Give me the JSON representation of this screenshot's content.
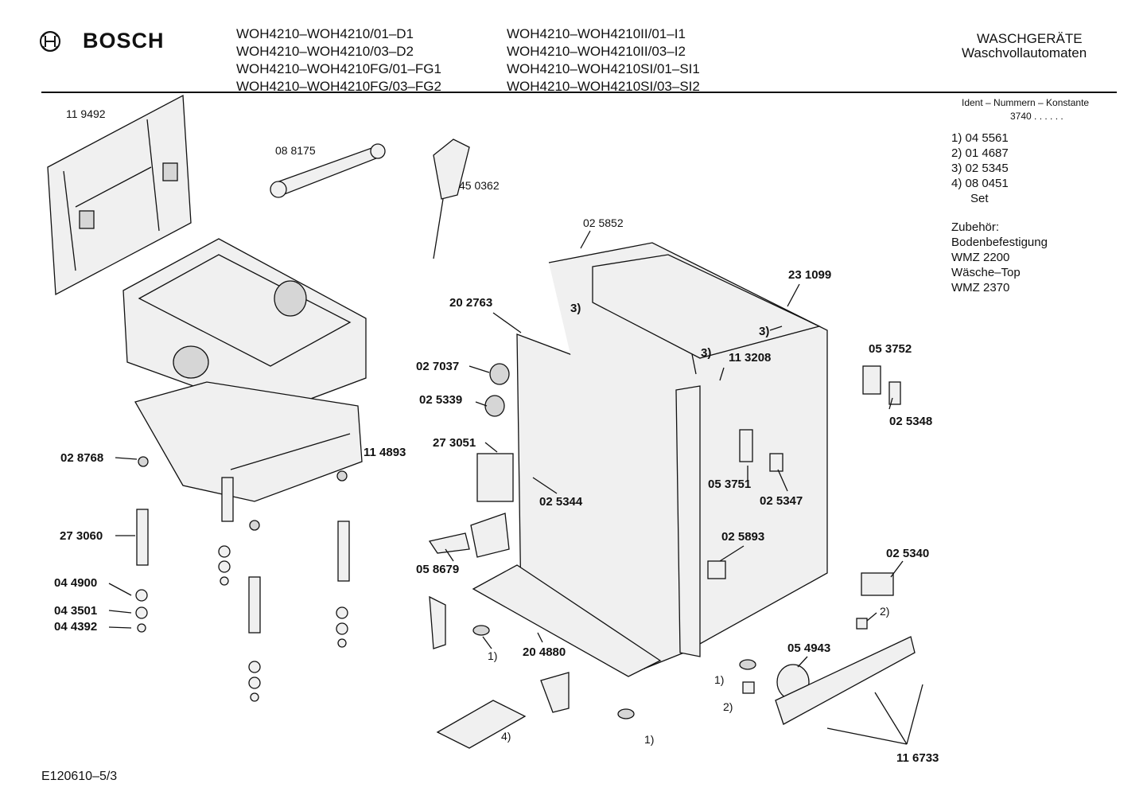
{
  "header": {
    "brand": "BOSCH",
    "models_left": [
      "WOH4210–WOH4210/01–D1",
      "WOH4210–WOH4210/03–D2",
      "WOH4210–WOH4210FG/01–FG1",
      "WOH4210–WOH4210FG/03–FG2"
    ],
    "models_right": [
      "WOH4210–WOH4210II/01–I1",
      "WOH4210–WOH4210II/03–I2",
      "WOH4210–WOH4210SI/01–SI1",
      "WOH4210–WOH4210SI/03–SI2"
    ],
    "category": "WASCHGERÄTE",
    "subcategory": "Waschvollautomaten"
  },
  "sidebar": {
    "ident_title": "Ident – Nummern – Konstante",
    "ident_value": "3740  .  .  .  .  .  .",
    "ident_list": [
      "1)  04 5561",
      "2)  01 4687",
      "3)  02 5345",
      "4)  08 0451",
      "Set"
    ],
    "accessories": [
      "Zubehör:",
      "Bodenbefestigung",
      "WMZ 2200",
      "Wäsche–Top",
      "WMZ 2370"
    ]
  },
  "parts": {
    "p119492": "11 9492",
    "p088175": "08 8175",
    "p450362": "45 0362",
    "p025852": "02 5852",
    "p231099": "23 1099",
    "p202763": "20 2763",
    "p3a": "3)",
    "p3b": "3)",
    "p3c": "3)",
    "p113208": "11 3208",
    "p027037": "02 7037",
    "p025339": "02 5339",
    "p053752": "05 3752",
    "p025348": "02 5348",
    "p273051": "27 3051",
    "p114893": "11 4893",
    "p028768": "02 8768",
    "p025344": "02 5344",
    "p053751": "05 3751",
    "p025347": "02 5347",
    "p273060": "27 3060",
    "p025893": "02 5893",
    "p058679": "05 8679",
    "p025340": "02 5340",
    "p044900": "04 4900",
    "p043501": "04 3501",
    "p044392": "04 4392",
    "p2a": "2)",
    "p054943": "05 4943",
    "p1a": "1)",
    "p204880": "20 4880",
    "p1b": "1)",
    "p2b": "2)",
    "p4": "4)",
    "p1c": "1)",
    "p116733": "11 6733"
  },
  "footer": {
    "code": "E120610–5/3"
  }
}
